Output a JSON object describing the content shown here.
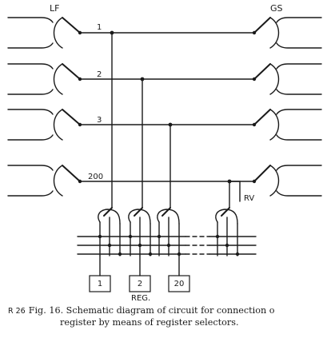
{
  "labels": {
    "left_group": "LF",
    "right_group": "GS",
    "reverse": "RV",
    "register": "REG."
  },
  "lines": [
    "1",
    "2",
    "3",
    "200"
  ],
  "registers": [
    "1",
    "2",
    "20"
  ],
  "caption": {
    "code": "R 26",
    "line1": "Fig. 16. Schematic diagram of circuit for connection o",
    "line2": "register by means of register selectors."
  },
  "colors": {
    "ink": "#1a1a1a",
    "paper": "#ffffff"
  }
}
